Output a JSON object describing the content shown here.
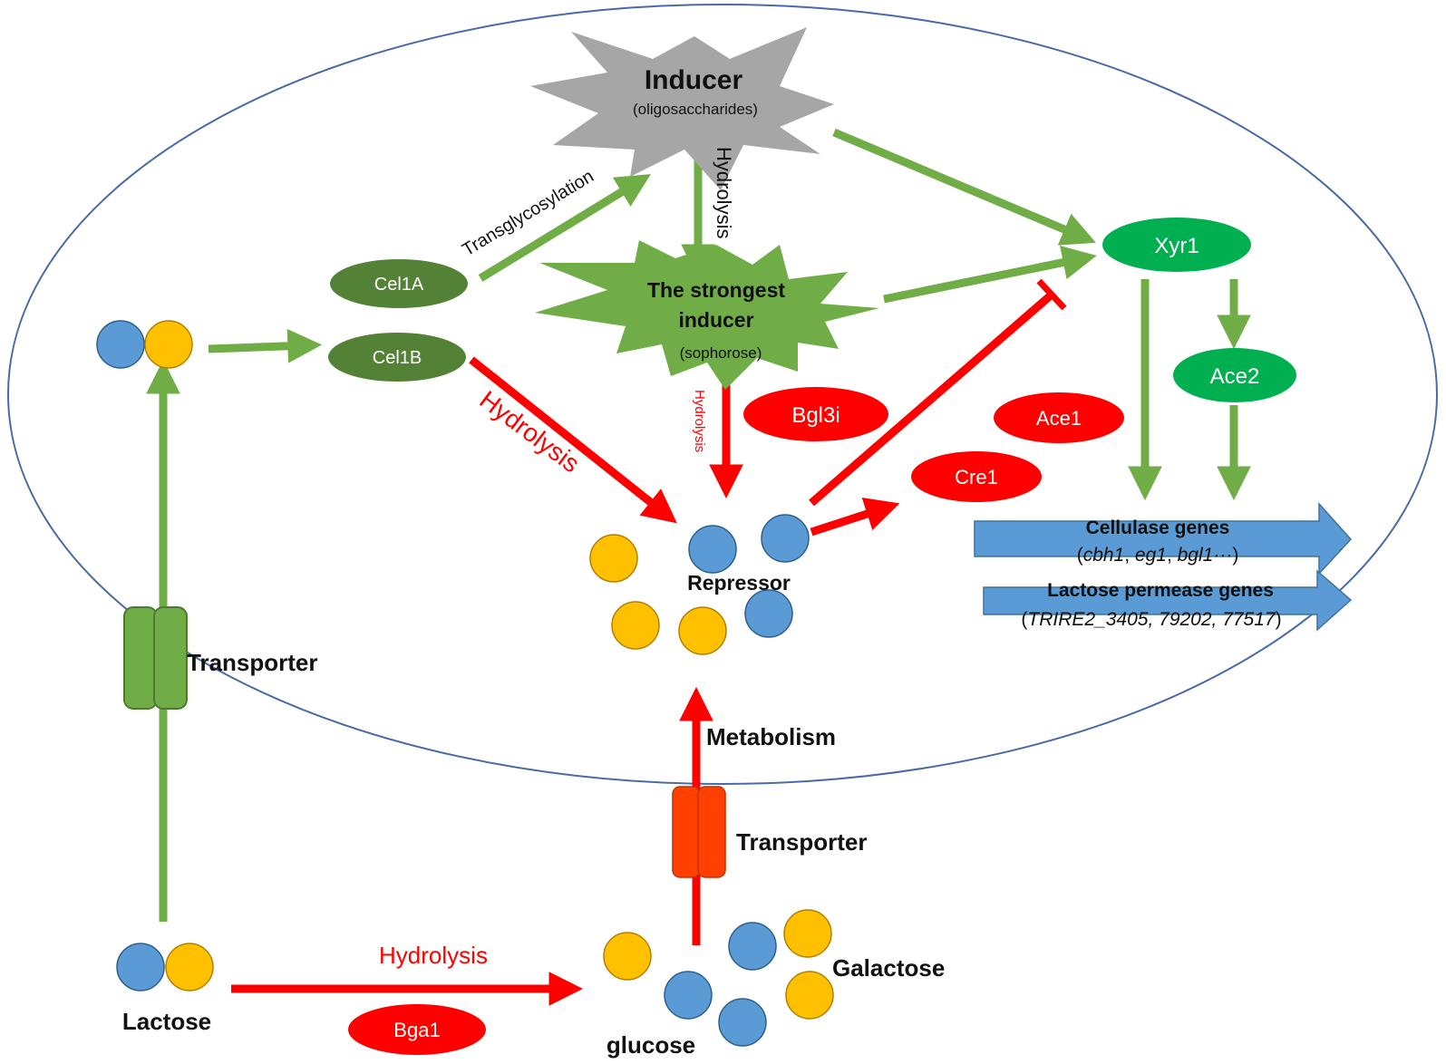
{
  "colors": {
    "green_arrow": "#70ad47",
    "dark_green_oval": "#538135",
    "bright_green_oval": "#00b050",
    "red": "#ff0000",
    "blue_sugar": "#5b9bd5",
    "yellow_sugar": "#ffc000",
    "gray_star": "#a6a6a6",
    "green_star": "#70ad47",
    "gene_arrow": "#5b9bd5",
    "transporter_red": "#ff4000"
  },
  "inducer": {
    "title": "Inducer",
    "subtitle": "(oligosaccharides)"
  },
  "strongest": {
    "line1": "The strongest",
    "line2": "inducer",
    "subtitle": "(sophorose)"
  },
  "ovals": {
    "cel1a": "Cel1A",
    "cel1b": "Cel1B",
    "xyr1": "Xyr1",
    "ace2": "Ace2",
    "bgl3i": "Bgl3i",
    "ace1": "Ace1",
    "cre1": "Cre1",
    "bga1": "Bga1"
  },
  "labels": {
    "transglycosylation": "Transglycosylation",
    "hydrolysis_top": "Hydrolysis",
    "hydrolysis_red_diag": "Hydrolysis",
    "hydrolysis_red_small": "Hydrolysis",
    "hydrolysis_bottom": "Hydrolysis",
    "repressor": "Repressor",
    "transporter_left": "Transporter",
    "transporter_bottom": "Transporter",
    "metabolism": "Metabolism",
    "lactose": "Lactose",
    "glucose": "glucose",
    "galactose": "Galactose"
  },
  "genes": {
    "cellulase_title": "Cellulase genes",
    "cellulase_open": "(",
    "cbh1": "cbh1",
    "comma1": ", ",
    "eg1": "eg1",
    "comma2": ", ",
    "bgl1": "bgl1···",
    "cellulase_close": ")",
    "lactose_title": "Lactose permease genes",
    "lp_open": "(",
    "lp_list": "TRIRE2_3405, 79202, 77517",
    "lp_close": ")"
  }
}
